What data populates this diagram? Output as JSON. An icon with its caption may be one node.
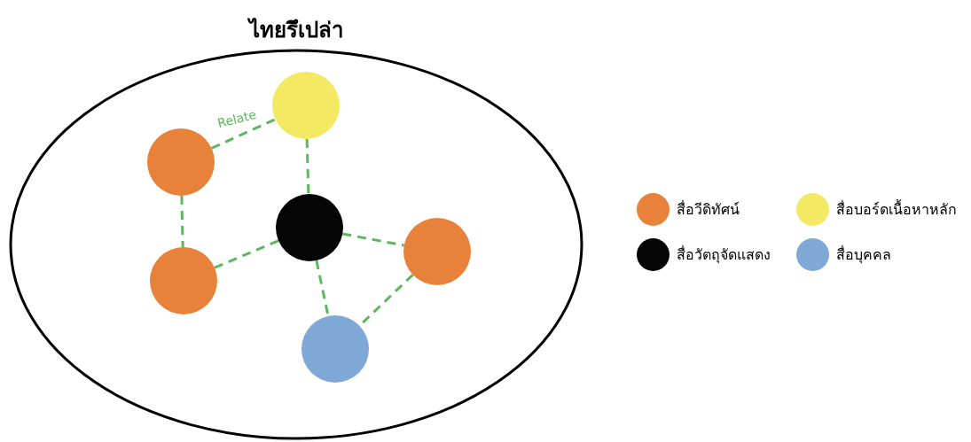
{
  "diagram": {
    "nodes": [
      {
        "text": [
          "ไทยรึเปล่า"
        ]
      },
      {
        "text": [],
        "shape": "circle",
        "in": 0
      },
      {
        "text": [],
        "shape": "circle",
        "in": 0
      },
      {
        "text": [],
        "shape": "circle",
        "in": 0
      },
      {
        "text": [],
        "shape": "circle",
        "in": 0
      },
      {
        "text": [],
        "shape": "circle",
        "in": 0
      },
      {
        "text": [],
        "shape": "circle",
        "in": 0
      }
    ],
    "edges": [
      {
        "from": 2,
        "to": 1,
        "arrow": "none",
        "label": "Relate",
        "style": "dashed"
      },
      {
        "from": 1,
        "to": 3,
        "arrow": "none",
        "style": "dashed"
      },
      {
        "from": 2,
        "to": 5,
        "arrow": "none",
        "style": "dashed"
      },
      {
        "from": 5,
        "to": 3,
        "arrow": "none",
        "style": "dashed"
      },
      {
        "from": 3,
        "to": 4,
        "arrow": "none",
        "style": "dashed"
      },
      {
        "from": 3,
        "to": 6,
        "arrow": "none",
        "style": "dashed"
      },
      {
        "from": 4,
        "to": 6,
        "arrow": "none",
        "style": "dashed"
      }
    ],
    "legend": [
      {
        "text": "สื่อวีดิทัศน์",
        "color": "#e8823a"
      },
      {
        "text": "สื่อบอร์ดเนื้อหาหลัก",
        "color": "#f4e962"
      },
      {
        "text": "สื่อวัตถุจัดแสดง",
        "color": "#050505"
      },
      {
        "text": "สื่อบุคคล",
        "color": "#7fa8d6"
      }
    ]
  }
}
